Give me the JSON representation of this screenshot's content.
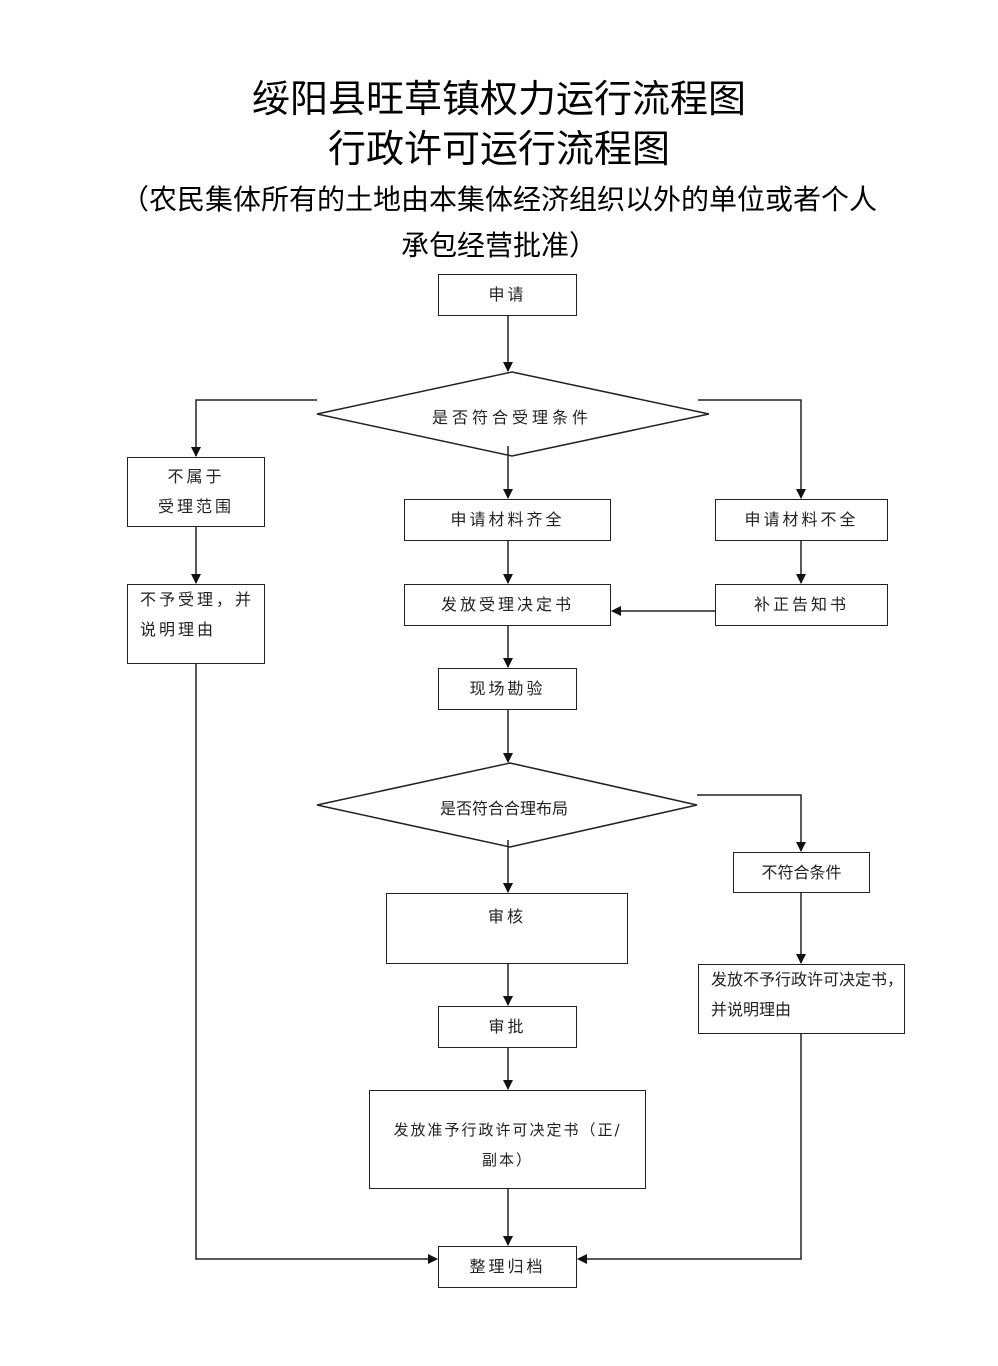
{
  "header": {
    "title_line1": "绥阳县旺草镇权力运行流程图",
    "title_line2": "行政许可运行流程图",
    "subtitle_line1": "（农民集体所有的土地由本集体经济组织以外的单位或者个人",
    "subtitle_line2": "承包经营批准）"
  },
  "flow": {
    "apply": "申请",
    "decision_acceptance": "是否符合受理条件",
    "out_of_scope_line1": "不属于",
    "out_of_scope_line2": "受理范围",
    "reject_line1": "不予受理，并",
    "reject_line2": "说明理由",
    "materials_complete": "申请材料齐全",
    "materials_incomplete": "申请材料不全",
    "issue_acceptance": "发放受理决定书",
    "correction_notice": "补正告知书",
    "site_inspection": "现场勘验",
    "decision_layout": "是否符合合理布局",
    "not_qualified": "不符合条件",
    "review": "审核",
    "approve": "审批",
    "deny_line1": "发放不予行政许可决定书，",
    "deny_line2": "并说明理由",
    "grant_line1": "发放准予行政许可决定书（正/",
    "grant_line2": "副本）",
    "archive": "整理归档"
  }
}
